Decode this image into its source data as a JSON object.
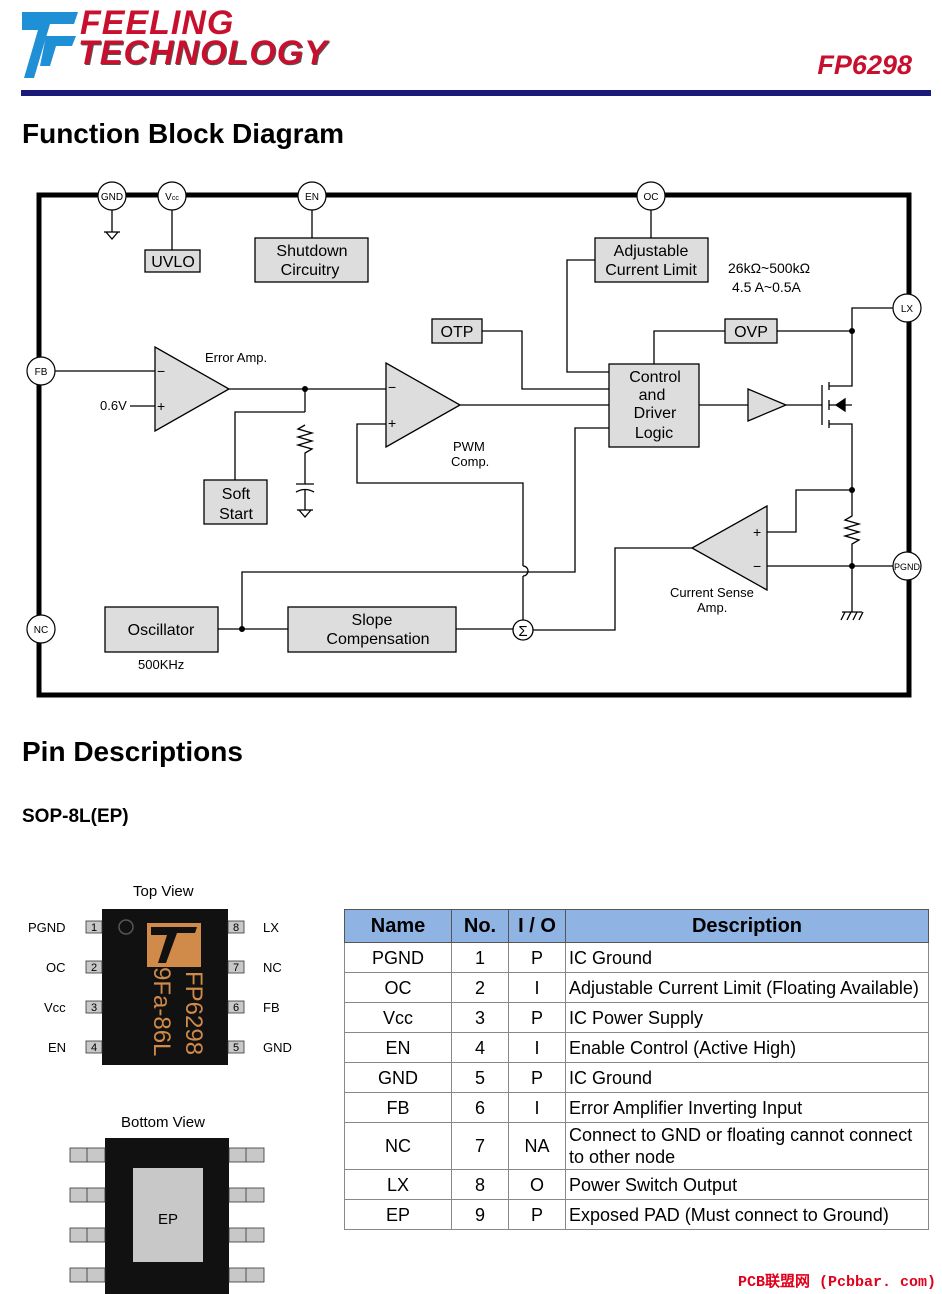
{
  "header": {
    "logo_line1": "FEELING",
    "logo_line2": "TECHNOLOGY",
    "part_number": "FP6298"
  },
  "sections": {
    "function_block_title": "Function Block Diagram",
    "pin_desc_title": "Pin Descriptions",
    "package_label": "SOP-8L(EP)"
  },
  "diagram": {
    "pins": {
      "gnd": "GND",
      "vcc_main": "V",
      "vcc_sub": "cc",
      "en": "EN",
      "oc": "OC",
      "fb": "FB",
      "lx": "LX",
      "pgnd": "PGND",
      "nc": "NC"
    },
    "blocks": {
      "uvlo": "UVLO",
      "shutdown_1": "Shutdown",
      "shutdown_2": "Circuitry",
      "adj_limit_1": "Adjustable",
      "adj_limit_2": "Current Limit",
      "otp": "OTP",
      "ovp": "OVP",
      "control_1": "Control",
      "control_2": "and",
      "control_3": "Driver",
      "control_4": "Logic",
      "soft_start_1": "Soft",
      "soft_start_2": "Start",
      "oscillator": "Oscillator",
      "slope_1": "Slope",
      "slope_2": "Compensation"
    },
    "labels": {
      "error_amp": "Error Amp.",
      "ref_voltage": "0.6V",
      "pwm_1": "PWM",
      "pwm_2": "Comp.",
      "cs_1": "Current Sense",
      "cs_2": "Amp.",
      "res_range": "26kΩ~500kΩ",
      "cur_range": "4.5 A~0.5A",
      "osc_freq": "500KHz",
      "sigma": "Σ",
      "minus": "−",
      "plus": "+"
    }
  },
  "ic_views": {
    "top_view": "Top View",
    "bottom_view": "Bottom View",
    "chip_mark_1": "FP6298",
    "chip_mark_2": "9Fa-86L",
    "ep_label": "EP",
    "left_pins": [
      {
        "name": "PGND",
        "num": "1"
      },
      {
        "name": "OC",
        "num": "2"
      },
      {
        "name": "Vcc",
        "num": "3"
      },
      {
        "name": "EN",
        "num": "4"
      }
    ],
    "right_pins": [
      {
        "name": "LX",
        "num": "8"
      },
      {
        "name": "NC",
        "num": "7"
      },
      {
        "name": "FB",
        "num": "6"
      },
      {
        "name": "GND",
        "num": "5"
      }
    ]
  },
  "pin_table": {
    "headers": [
      "Name",
      "No.",
      "I / O",
      "Description"
    ],
    "rows": [
      [
        "PGND",
        "1",
        "P",
        "IC Ground"
      ],
      [
        "OC",
        "2",
        "I",
        "Adjustable Current Limit (Floating Available)"
      ],
      [
        "Vcc",
        "3",
        "P",
        "IC Power Supply"
      ],
      [
        "EN",
        "4",
        "I",
        "Enable Control (Active High)"
      ],
      [
        "GND",
        "5",
        "P",
        "IC Ground"
      ],
      [
        "FB",
        "6",
        "I",
        "Error Amplifier Inverting Input"
      ],
      [
        "NC",
        "7",
        "NA",
        "Connect to GND or floating cannot connect to other node"
      ],
      [
        "LX",
        "8",
        "O",
        "Power Switch Output"
      ],
      [
        "EP",
        "9",
        "P",
        "Exposed PAD (Must connect to Ground)"
      ]
    ]
  },
  "watermark": "PCB联盟网 (Pcbbar. com)",
  "colors": {
    "brand_red": "#c8102e",
    "rule_blue": "#1a1a7a",
    "table_header": "#8fb3e3",
    "chip_gold": "#d08a4a"
  }
}
